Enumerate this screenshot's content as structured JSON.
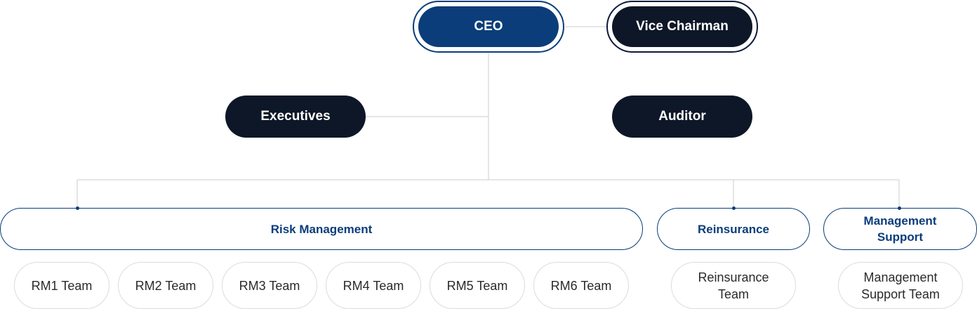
{
  "top": {
    "ceo": "CEO",
    "vice_chairman": "Vice Chairman"
  },
  "middle": {
    "executives": "Executives",
    "auditor": "Auditor"
  },
  "departments": {
    "risk_management": "Risk Management",
    "reinsurance": "Reinsurance",
    "management_support": [
      "Management",
      "Support"
    ]
  },
  "teams": {
    "risk": [
      "RM1 Team",
      "RM2 Team",
      "RM3 Team",
      "RM4 Team",
      "RM5 Team",
      "RM6 Team"
    ],
    "reinsurance": [
      "Reinsurance",
      "Team"
    ],
    "management_support": [
      "Management",
      "Support Team"
    ]
  },
  "colors": {
    "navy": "#0b3d7a",
    "dark": "#0d1727",
    "line": "#cccccc",
    "team_border": "#dcdcdc"
  }
}
